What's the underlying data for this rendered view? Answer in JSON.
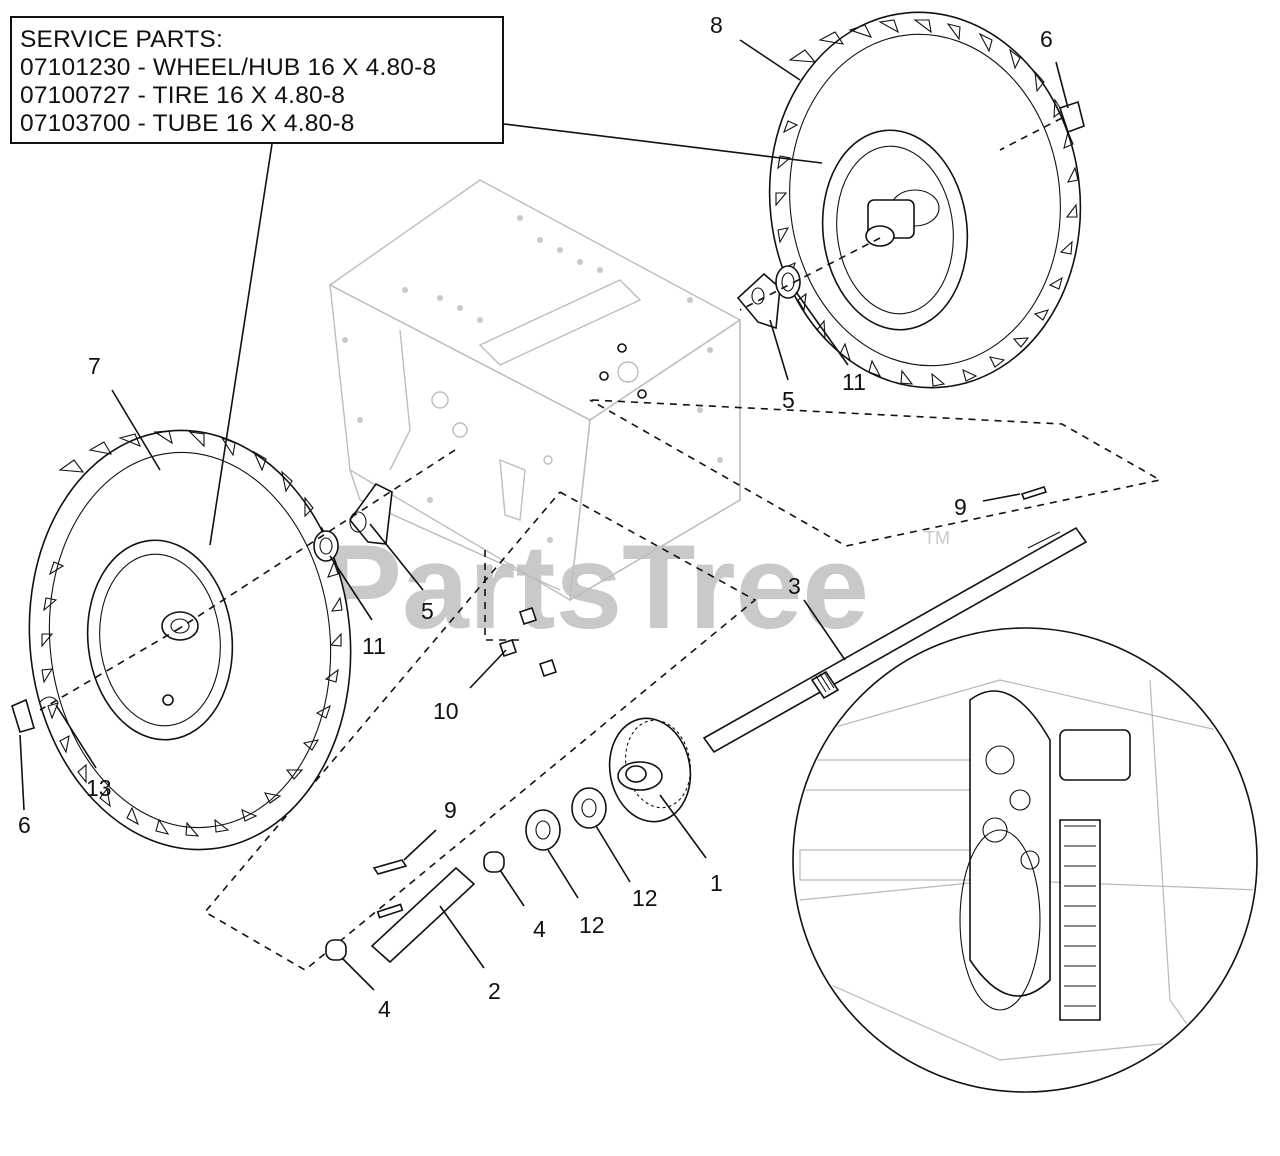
{
  "service_parts": {
    "heading": "SERVICE PARTS:",
    "lines": [
      "07101230 - WHEEL/HUB 16 X 4.80-8",
      "07100727 - TIRE 16 X 4.80-8",
      "07103700 - TUBE 16 X 4.80-8"
    ]
  },
  "watermark": {
    "text": "PartsTree",
    "trademark": "TM"
  },
  "callouts": {
    "c1": "1",
    "c2": "2",
    "c3": "3",
    "c4a": "4",
    "c4b": "4",
    "c5a": "5",
    "c5b": "5",
    "c6a": "6",
    "c6b": "6",
    "c7": "7",
    "c8": "8",
    "c9a": "9",
    "c9b": "9",
    "c10": "10",
    "c11a": "11",
    "c11b": "11",
    "c12a": "12",
    "c12b": "12",
    "c13": "13"
  }
}
